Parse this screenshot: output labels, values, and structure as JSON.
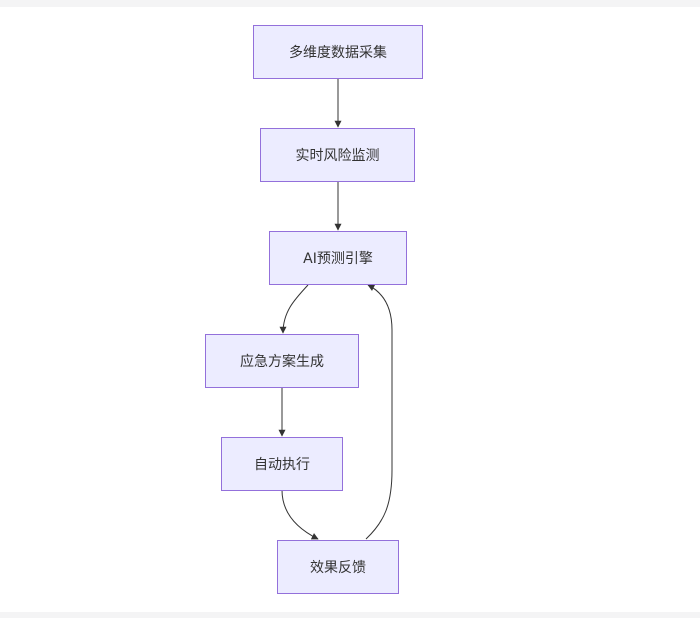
{
  "diagram": {
    "nodes": [
      {
        "id": "n1",
        "label": "多维度数据采集"
      },
      {
        "id": "n2",
        "label": "实时风险监测"
      },
      {
        "id": "n3",
        "label": "AI预测引擎"
      },
      {
        "id": "n4",
        "label": "应急方案生成"
      },
      {
        "id": "n5",
        "label": "自动执行"
      },
      {
        "id": "n6",
        "label": "效果反馈"
      }
    ],
    "edges": [
      {
        "from": "n1",
        "to": "n2"
      },
      {
        "from": "n2",
        "to": "n3"
      },
      {
        "from": "n3",
        "to": "n4"
      },
      {
        "from": "n4",
        "to": "n5"
      },
      {
        "from": "n5",
        "to": "n6"
      },
      {
        "from": "n6",
        "to": "n3"
      }
    ],
    "colors": {
      "node_fill": "#ececff",
      "node_border": "#9370db",
      "edge": "#333333",
      "text": "#333333"
    }
  }
}
